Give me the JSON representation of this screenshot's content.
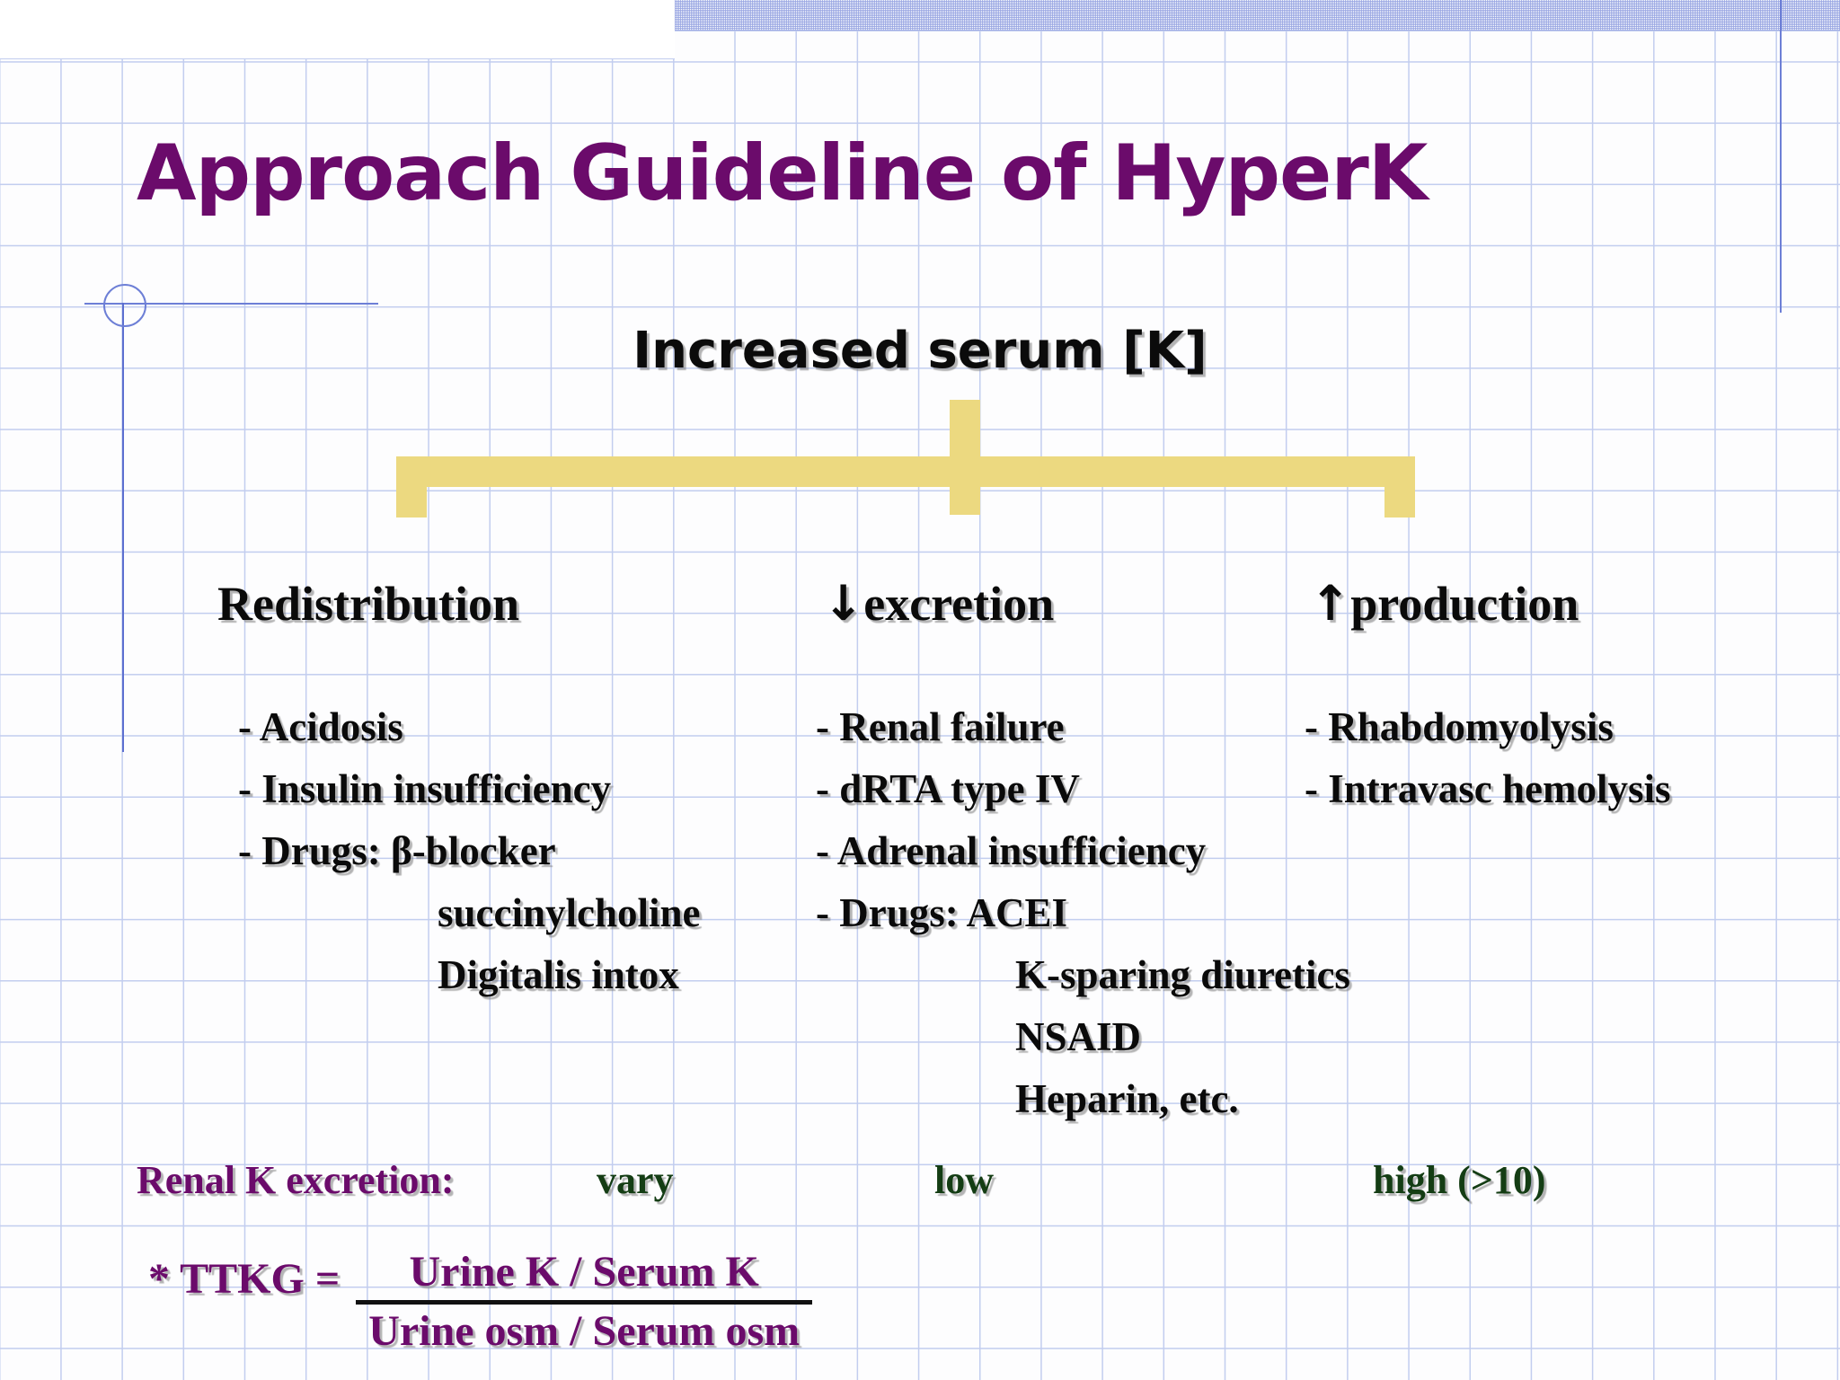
{
  "slide": {
    "title": "Approach Guideline of HyperK",
    "title_color": "#6b0b6b",
    "top_heading": "Increased serum [K]",
    "bracket_color": "#ecd980",
    "columns": [
      {
        "id": "redistribution",
        "heading": "Redistribution",
        "arrow": "",
        "items": [
          {
            "text": "- Acidosis",
            "indent": false
          },
          {
            "text": "- Insulin insufficiency",
            "indent": false
          },
          {
            "text": "- Drugs: β-blocker",
            "indent": false
          },
          {
            "text": "succinylcholine",
            "indent": true
          },
          {
            "text": "Digitalis intox",
            "indent": true
          }
        ]
      },
      {
        "id": "excretion",
        "heading": "excretion",
        "arrow": "↓",
        "items": [
          {
            "text": "- Renal failure",
            "indent": false
          },
          {
            "text": "- dRTA type IV",
            "indent": false
          },
          {
            "text": "- Adrenal insufficiency",
            "indent": false
          },
          {
            "text": "- Drugs: ACEI",
            "indent": false
          },
          {
            "text": "K-sparing diuretics",
            "indent": true
          },
          {
            "text": "NSAID",
            "indent": true
          },
          {
            "text": "Heparin, etc.",
            "indent": true
          }
        ]
      },
      {
        "id": "production",
        "heading": "production",
        "arrow": "↑",
        "items": [
          {
            "text": "- Rhabdomyolysis",
            "indent": false
          },
          {
            "text": "- Intravasc hemolysis",
            "indent": false
          }
        ]
      }
    ],
    "renal_row": {
      "label": "Renal K excretion:",
      "label_color": "#6b0b6b",
      "value_color": "#143d14",
      "values": [
        {
          "id": "vary",
          "text": "vary"
        },
        {
          "id": "low",
          "text": "low"
        },
        {
          "id": "high",
          "text": "high (>10)"
        }
      ]
    },
    "ttkg": {
      "lhs": "* TTKG  = ",
      "numerator": "Urine K / Serum K",
      "denominator": "Urine osm / Serum osm",
      "color": "#6b0b6b"
    }
  }
}
